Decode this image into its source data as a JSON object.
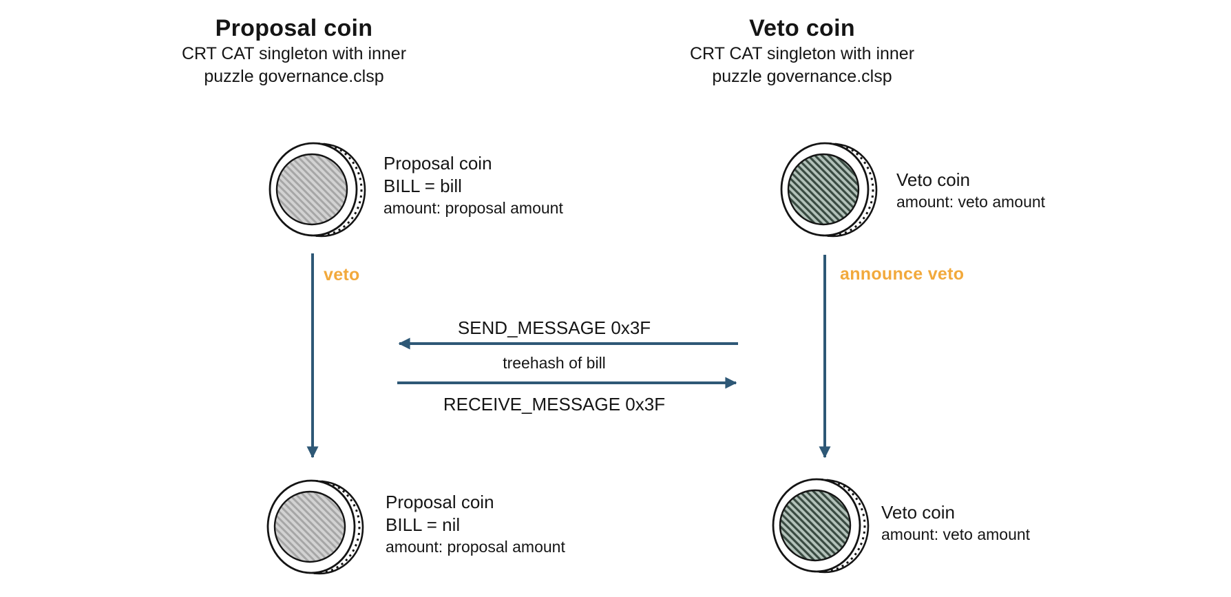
{
  "colors": {
    "arrow_blue": "#2E5876",
    "label_orange": "#F2A93C",
    "text_black": "#151515",
    "coin_gray_bg": "#d2d2d2",
    "coin_gray_stripe": "#a6a6a6",
    "coin_green_bg": "#b3c2ba",
    "coin_green_stripe": "#394a41"
  },
  "headers": {
    "left": {
      "title": "Proposal coin",
      "subtitle_lines": [
        "CRT CAT singleton with inner",
        "puzzle governance.clsp"
      ]
    },
    "right": {
      "title": "Veto coin",
      "subtitle_lines": [
        "CRT CAT singleton with inner",
        "puzzle governance.clsp"
      ]
    }
  },
  "coins": {
    "proposal_top": {
      "name": "Proposal coin",
      "detail": "BILL = bill",
      "amount": "amount: proposal amount",
      "fill": "gray"
    },
    "veto_top": {
      "name": "Veto coin",
      "detail": "",
      "amount": "amount: veto amount",
      "fill": "green"
    },
    "proposal_bottom": {
      "name": "Proposal coin",
      "detail": "BILL = nil",
      "amount": "amount: proposal amount",
      "fill": "gray"
    },
    "veto_bottom": {
      "name": "Veto coin",
      "detail": "",
      "amount": "amount: veto amount",
      "fill": "green"
    }
  },
  "arrows": {
    "left_spend_label": "veto",
    "right_spend_label": "announce veto",
    "send_message": "SEND_MESSAGE 0x3F",
    "message_content": "treehash of bill",
    "receive_message": "RECEIVE_MESSAGE 0x3F"
  }
}
